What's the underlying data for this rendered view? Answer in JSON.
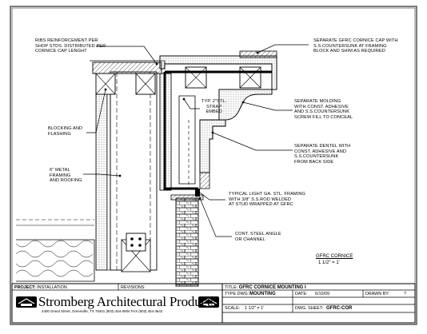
{
  "notes": {
    "ribs": [
      "RIBS REINFORCEMENT PER",
      "SHOP STDS. DISTRIBUTED PER",
      "CORNICE CAP LENGHT"
    ],
    "cap": [
      "SEPARATE GFRC CORNICE CAP WITH",
      "S.S.COUNTERSUNK AT FRAMING",
      "BLOCK AND SHIM AS REQUIRED"
    ],
    "strap": [
      "TYP. 2\"STL.",
      "STRAP",
      "EMBED"
    ],
    "molding": [
      "SEPARATE MOLDING",
      "WITH CONST. ADHESIVE",
      "AND S.S.COUNTERSUNK",
      "SCREW FILL TO CONCEAL"
    ],
    "blocking": [
      "BLOCKING AND",
      "FLASHING"
    ],
    "dentel": [
      "SEPARATE DENTEL WITH",
      "CONST. ADHESIVE AND",
      "S.S.COUNTERSUNK",
      "FROM BACK SIDE"
    ],
    "framing": [
      "6\" METAL",
      "FRAMING",
      "AND ROOFING"
    ],
    "light_framing": [
      "TYPICAL LIGHT Ga. STL. FRAMING",
      "WITH 3/8\" S.S.ROD WELDED",
      "AT STUD WRAPPED AT GFRC"
    ],
    "angle": [
      "CONT. STEEL ANGLE",
      "OR CHANNEL"
    ]
  },
  "detail": {
    "title": "GFRC CORNICE",
    "scale": "1 1/2\" = 1'"
  },
  "title_block": {
    "project_label": "PROJECT:",
    "project_value": "INSTALLATION",
    "revisions_label": "REVISIONS:",
    "title_label": "TITLE:",
    "title_value": "GFRC CORNICE MOUNTING I",
    "type_label": "TYPE DWG:",
    "type_value": "MOUNTING",
    "date_label": "DATE:",
    "date_value": "6/10/09",
    "drawn_label": "DRAWN BY:",
    "drawn_value": "?",
    "scale_label": "SCALE:",
    "scale_value": "1 1/2\" = 1'",
    "sheet_label": "DWG. SHEET:",
    "sheet_value": "GFRC-COR"
  },
  "logo": {
    "name": "Stromberg Architectural Products",
    "address": "4400 Oneal Street, Greenville, TX  75401   (903) 454-0904   FAX (903) 454-3642"
  },
  "colors": {
    "ink": "#000000",
    "hatch": "#555555",
    "paper": "#ffffff"
  }
}
